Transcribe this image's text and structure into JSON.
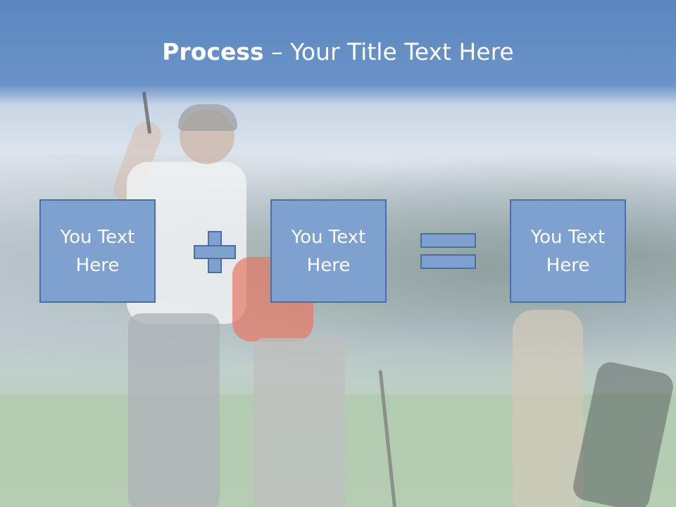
{
  "slide": {
    "title_bold": "Process",
    "title_rest": " – Your Title Text Here"
  },
  "process": {
    "box1_text": "You Text\nHere",
    "box2_text": "You Text\nHere",
    "box3_text": "You Text\nHere",
    "operator1": "plus",
    "operator2": "equals"
  },
  "colors": {
    "box_fill": "#7fa1d0",
    "box_border": "#4a6fa5",
    "title_band": "#5b87bf",
    "text": "#ffffff"
  }
}
